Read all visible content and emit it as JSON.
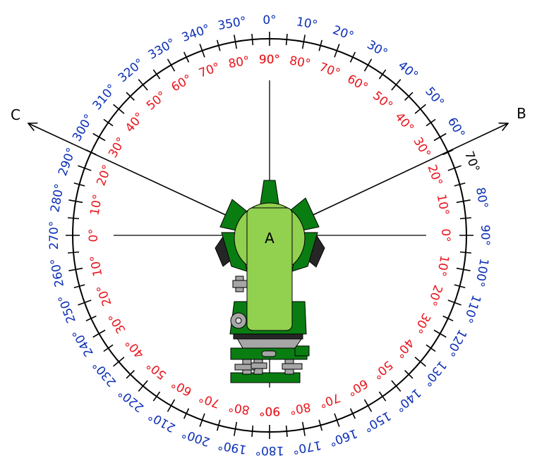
{
  "labels": {
    "point_a": "A",
    "point_b": "B",
    "point_c": "C"
  },
  "horizontal_circle": {
    "labels": [
      "0°",
      "10°",
      "20°",
      "30°",
      "40°",
      "50°",
      "60°",
      "70°",
      "80°",
      "90°",
      "100°",
      "110°",
      "120°",
      "130°",
      "140°",
      "150°",
      "160°",
      "170°",
      "180°",
      "190°",
      "200°",
      "210°",
      "220°",
      "230°",
      "240°",
      "250°",
      "260°",
      "270°",
      "280°",
      "290°",
      "300°",
      "310°",
      "320°",
      "330°",
      "340°",
      "350°"
    ],
    "highlighted_label": "70°"
  },
  "vertical_circle": {
    "right_labels": [
      "90°",
      "80°",
      "70°",
      "60°",
      "50°",
      "40°",
      "30°",
      "20°",
      "10°",
      "0°",
      "10°",
      "20°",
      "30°",
      "40°",
      "50°",
      "60°",
      "70°",
      "80°",
      "90°"
    ],
    "left_labels": [
      "90°",
      "80°",
      "70°",
      "60°",
      "50°",
      "40°",
      "30°",
      "20°",
      "10°",
      "0°",
      "10°",
      "20°",
      "30°",
      "40°",
      "50°",
      "60°",
      "70°",
      "80°",
      "90°"
    ]
  },
  "colors": {
    "horizontal_labels": "#0b2fb5",
    "vertical_labels": "#e8141c",
    "highlight_label": "#000000",
    "instrument_dark_green": "#0a7d12",
    "instrument_light_green": "#92d050",
    "instrument_grey": "#a6a6a6",
    "instrument_black": "#262626"
  }
}
